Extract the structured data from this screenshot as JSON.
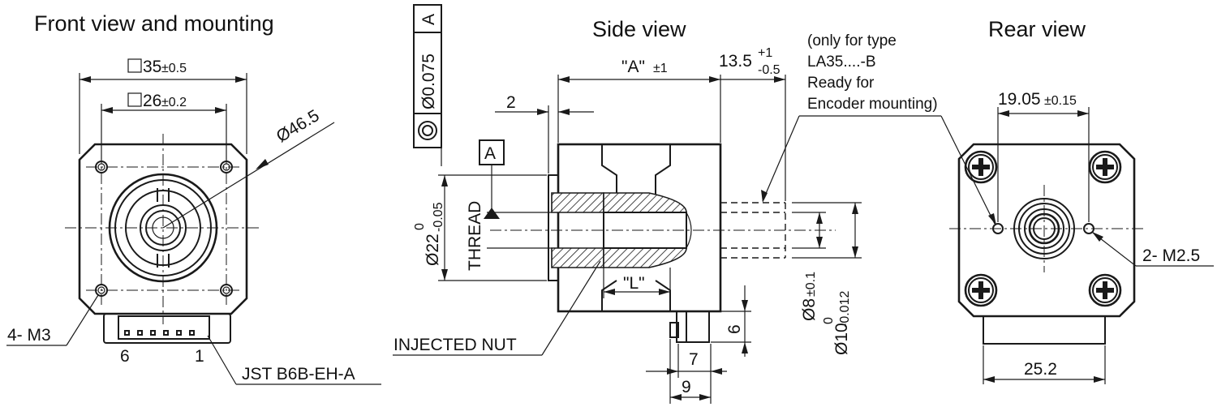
{
  "views": {
    "front": {
      "title": "Front view and mounting",
      "dim_outer": "35",
      "dim_outer_tol": "±0.5",
      "dim_inner": "26",
      "dim_inner_tol": "±0.2",
      "dim_diameter": "Ø46.5",
      "holes_label": "4- M3",
      "pin_left": "6",
      "pin_right": "1",
      "connector_label": "JST B6B-EH-A"
    },
    "side": {
      "title": "Side view",
      "datum": "A",
      "tolerance_value": "Ø0.075",
      "tolerance_datum": "A",
      "dim_A": "\"A\"",
      "dim_A_tol": "±1",
      "dim_ext": "13.5",
      "dim_ext_upper": "+1",
      "dim_ext_lower": "-0.5",
      "dim_2": "2",
      "dim_22": "Ø22",
      "dim_22_upper": "0",
      "dim_22_lower": "-0.05",
      "thread_label": "THREAD",
      "dim_L": "\"L\"",
      "dim_8": "Ø8",
      "dim_8_tol": "±0.1",
      "dim_10": "Ø10",
      "dim_10_upper": "0",
      "dim_10_lower": "-0.012",
      "dim_6": "6",
      "dim_7": "7",
      "dim_9": "9",
      "nut_label": "INJECTED NUT",
      "note_lines": [
        "(only for type",
        "LA35....-B",
        "Ready for",
        "Encoder mounting)"
      ]
    },
    "rear": {
      "title": "Rear view",
      "dim_spacing": "19.05",
      "dim_spacing_tol": "±0.15",
      "dim_width": "25.2",
      "holes_label": "2- M2.5"
    }
  }
}
